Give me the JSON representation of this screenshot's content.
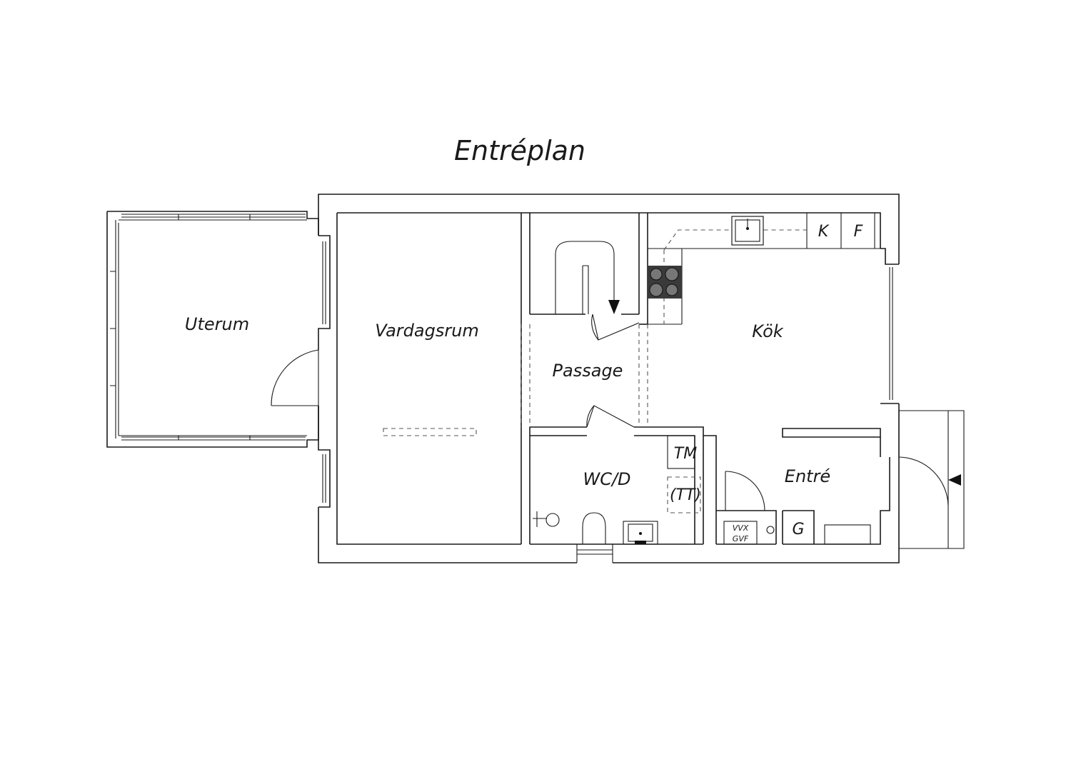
{
  "title": "Entréplan",
  "rooms": {
    "uterum": "Uterum",
    "vardagsrum": "Vardagsrum",
    "passage": "Passage",
    "kok": "Kök",
    "wc": "WC/D",
    "entre": "Entré"
  },
  "fixtures": {
    "k": "K",
    "f": "F",
    "tm": "TM",
    "tt": "(TT)",
    "g": "G",
    "vvx": "VVX",
    "gvf": "GVF"
  }
}
